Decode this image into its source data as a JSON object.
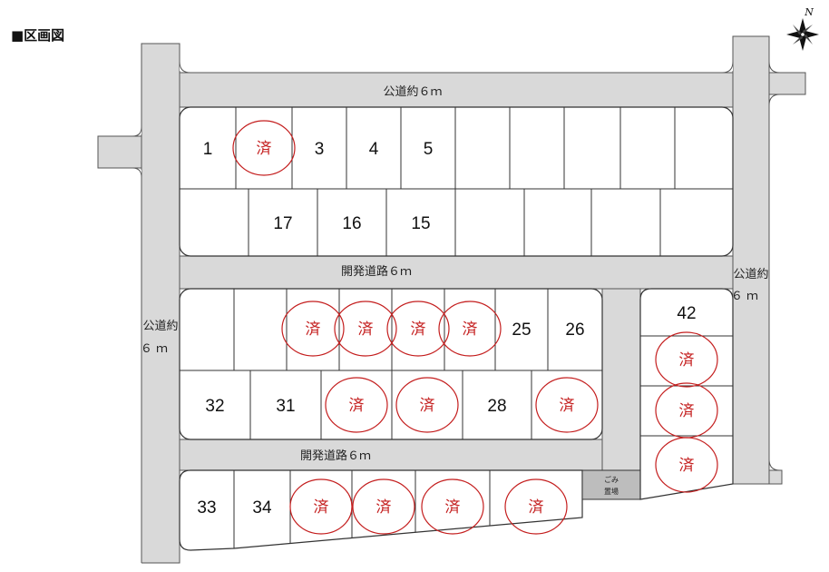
{
  "title": "■区画図",
  "road_labels": {
    "top": "公道約６ｍ",
    "middle": "開発道路６ｍ",
    "lower": "開発道路６ｍ",
    "left": [
      "公道約",
      "６ ｍ"
    ],
    "right": [
      "公道約",
      "６ ｍ"
    ]
  },
  "north_label": "N",
  "sold_mark": "済",
  "garbage_label": [
    "ごみ",
    "置場"
  ],
  "lots": {
    "block1_top": [
      "1",
      "済",
      "3",
      "4",
      "5",
      "",
      "",
      "",
      "",
      "",
      ""
    ],
    "block1_bottom": [
      "",
      "17",
      "16",
      "15",
      "",
      "",
      "",
      ""
    ],
    "block2_top": [
      "",
      "",
      "済",
      "済",
      "済",
      "済",
      "25",
      "26"
    ],
    "block2_bottom": [
      "32",
      "31",
      "済",
      "済",
      "28",
      "済"
    ],
    "block3": [
      "33",
      "34",
      "済",
      "済",
      "済",
      "済"
    ],
    "column": [
      "42",
      "済",
      "済",
      "済"
    ]
  },
  "colors": {
    "road": "#d9d9d9",
    "lot_border": "#333333",
    "sold_red": "#c41e1e",
    "garbage_fill": "#bdbdbd"
  }
}
